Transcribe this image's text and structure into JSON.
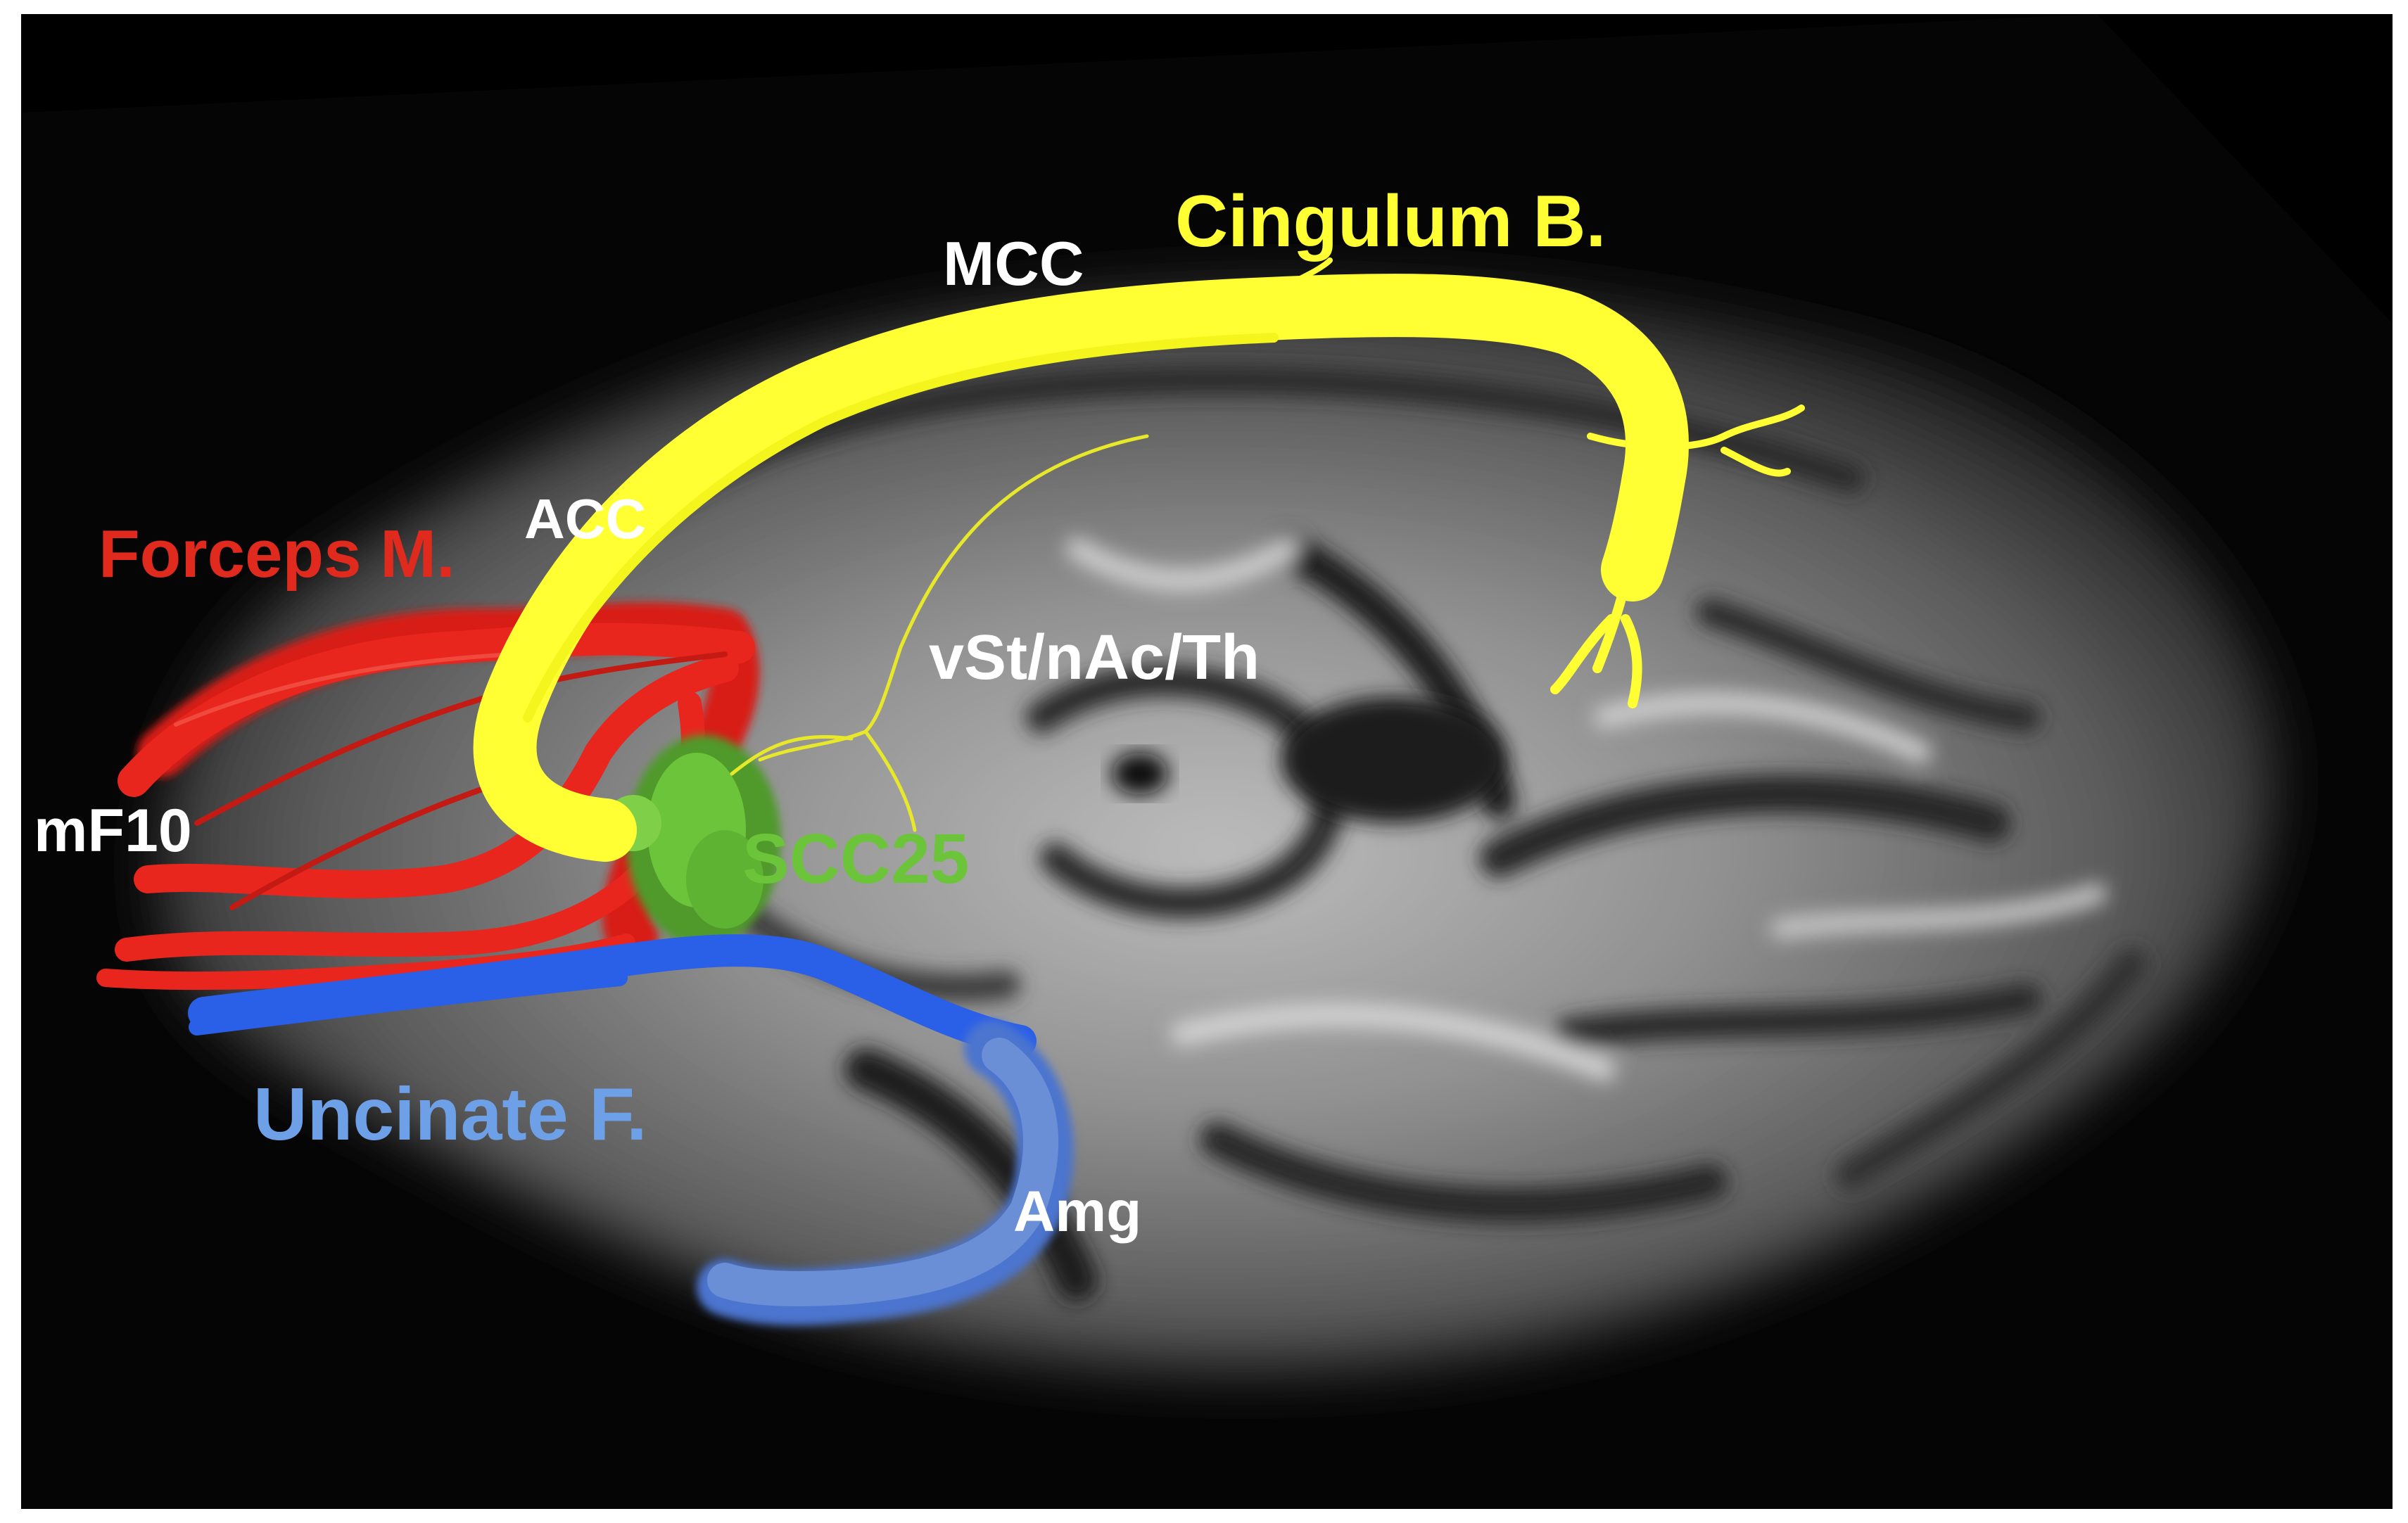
{
  "figure": {
    "labels": {
      "mcc": "MCC",
      "cingulum": "Cingulum B.",
      "acc": "ACC",
      "forceps": "Forceps M.",
      "vst": "vSt/nAc/Th",
      "mf10": "mF10",
      "scc25": "SCC25",
      "uncinate": "Uncinate F.",
      "amg": "Amg"
    },
    "colors": {
      "cingulum": "#ffff33",
      "forceps": "#e8261e",
      "scc25": "#6cc43a",
      "uncinate_anterior": "#2a5fe8",
      "uncinate_posterior": "#5a7fc8",
      "uncinate_label": "#6ea0e8",
      "white_label": "#ffffff",
      "background": "#000000"
    }
  }
}
